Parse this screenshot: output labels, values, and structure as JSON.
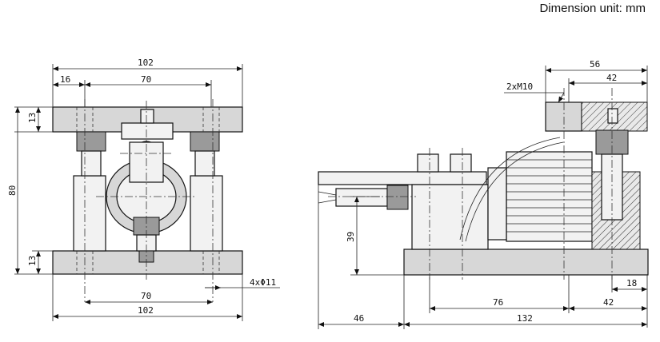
{
  "caption": "Dimension unit: mm",
  "front_view": {
    "dim_top_width": "102",
    "dim_left_offset": "16",
    "dim_top_bolt_spacing": "70",
    "dim_top_plate_height": "13",
    "dim_total_height": "80",
    "dim_bottom_plate_height": "13",
    "dim_hole_callout": "4xΦ11",
    "dim_bottom_bolt_spacing": "70",
    "dim_bottom_width": "102"
  },
  "side_view": {
    "dim_top_56": "56",
    "dim_thread_callout": "2xM10",
    "dim_top_42": "42",
    "dim_height_39": "39",
    "dim_right_18": "18",
    "dim_76": "76",
    "dim_bottom_42": "42",
    "dim_46": "46",
    "dim_132": "132"
  }
}
